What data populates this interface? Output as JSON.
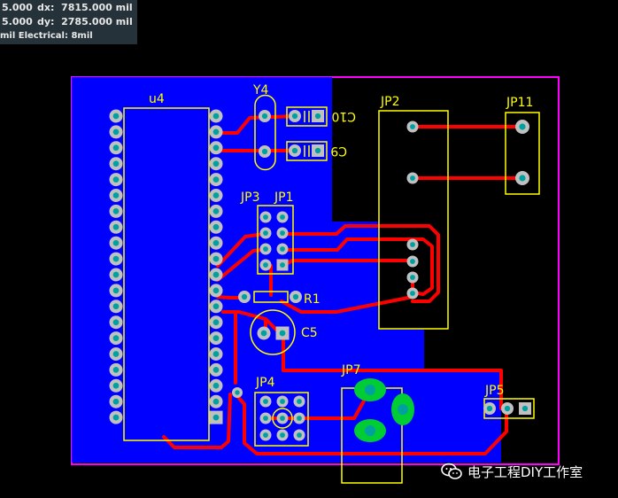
{
  "status": {
    "line1_left": "5.000",
    "line1_dx_label": "dx:",
    "line1_dx_value": "7815.000 mil",
    "line2_left": "5.000",
    "line2_dy_label": "dy:",
    "line2_dy_value": "2785.000 mil",
    "line3": "mil Electrical: 8mil"
  },
  "designators": {
    "u4": "u4",
    "y4": "Y4",
    "c10": "C10",
    "c9": "C9",
    "jp2": "JP2",
    "jp11": "JP11",
    "jp3": "JP3",
    "jp1": "JP1",
    "r1": "R1",
    "c5": "C5",
    "jp4": "JP4",
    "jp7": "JP7",
    "jp5": "JP5"
  },
  "watermark": {
    "text": "电子工程DIY工作室",
    "icon": "wechat-icon"
  },
  "colors": {
    "background": "#000000",
    "board_outline": "#ff00ff",
    "copper_pour": "#0000ff",
    "track": "#ff0000",
    "silkscreen": "#ffff00",
    "pad": "#c0c0c0",
    "hole": "#00a0a0",
    "pad_green": "#00cc33",
    "status_panel": "#26323a"
  }
}
